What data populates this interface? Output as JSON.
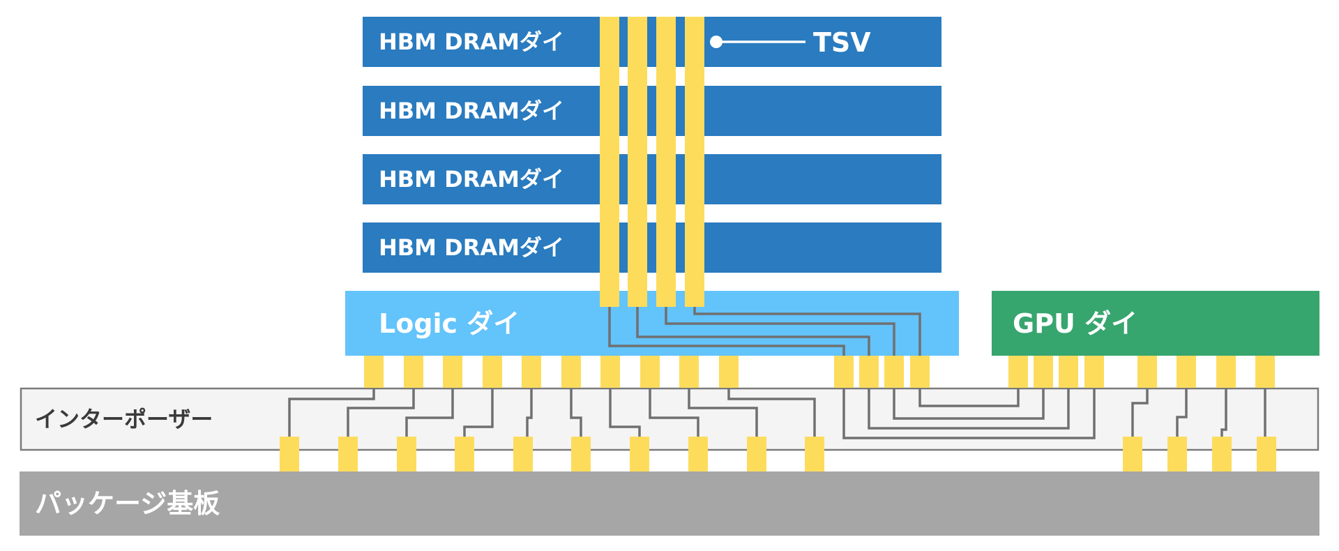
{
  "labels": {
    "dram_dies": [
      "HBM DRAMダイ",
      "HBM DRAMダイ",
      "HBM DRAMダイ",
      "HBM DRAMダイ"
    ],
    "tsv": "TSV",
    "logic_die": "Logic ダイ",
    "gpu_die": "GPU ダイ",
    "interposer": "インターポーザー",
    "package_substrate": "パッケージ基板"
  },
  "colors": {
    "dram": "#2a7bbf",
    "logic": "#63c3fb",
    "gpu": "#37a56e",
    "bump": "#fddc5c",
    "interposer_fill": "#f4f4f4",
    "interposer_border": "#7a7a7a",
    "substrate": "#a6a6a6",
    "wire": "#707070"
  },
  "counts": {
    "tsv_columns": 4,
    "logic_microbumps": 14,
    "gpu_microbumps": 8,
    "interposer_bumps": 14
  }
}
